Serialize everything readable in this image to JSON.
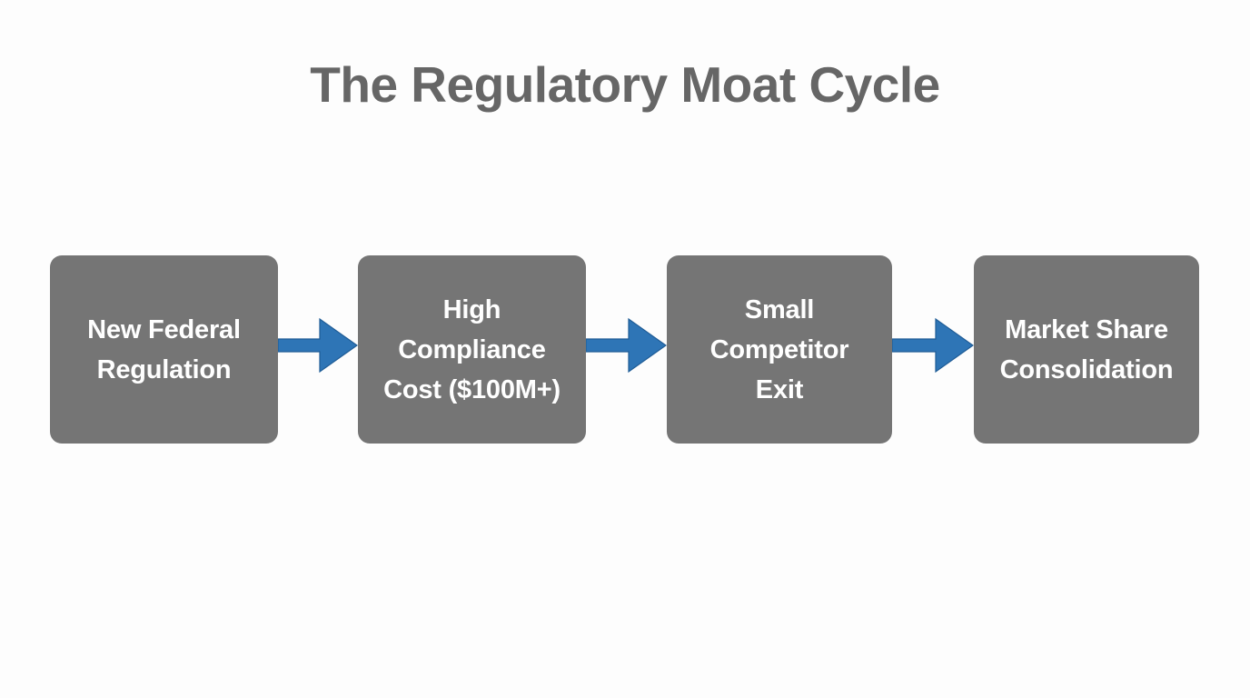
{
  "slide": {
    "title": "The Regulatory Moat Cycle",
    "background_color": "#fdfdfd",
    "title_color": "#666666"
  },
  "colors": {
    "node_fill": "#757575",
    "node_text": "#ffffff",
    "arrow_fill": "#2e75b6",
    "arrow_stroke": "#1f5c96"
  },
  "flow": {
    "nodes": [
      {
        "id": "new-federal-regulation",
        "label": "New Federal\nRegulation",
        "step": 1
      },
      {
        "id": "high-compliance-cost",
        "label": "High\nCompliance\nCost ($100M+)",
        "step": 2
      },
      {
        "id": "small-competitor-exit",
        "label": "Small\nCompetitor\nExit",
        "step": 3
      },
      {
        "id": "market-share-consolidation",
        "label": "Market Share\nConsolidation",
        "step": 4
      }
    ],
    "connectors": [
      {
        "id": "arrow-1",
        "from": "new-federal-regulation",
        "to": "high-compliance-cost",
        "icon": "arrow-right-icon"
      },
      {
        "id": "arrow-2",
        "from": "high-compliance-cost",
        "to": "small-competitor-exit",
        "icon": "arrow-right-icon"
      },
      {
        "id": "arrow-3",
        "from": "small-competitor-exit",
        "to": "market-share-consolidation",
        "icon": "arrow-right-icon"
      }
    ]
  },
  "chart_data": {
    "type": "diagram",
    "diagram_kind": "linear-process-flow",
    "title": "The Regulatory Moat Cycle",
    "direction": "left-to-right",
    "steps": [
      "New Federal Regulation",
      "High Compliance Cost ($100M+)",
      "Small Competitor Exit",
      "Market Share Consolidation"
    ],
    "edges": [
      [
        "New Federal Regulation",
        "High Compliance Cost ($100M+)"
      ],
      [
        "High Compliance Cost ($100M+)",
        "Small Competitor Exit"
      ],
      [
        "Small Competitor Exit",
        "Market Share Consolidation"
      ]
    ]
  }
}
